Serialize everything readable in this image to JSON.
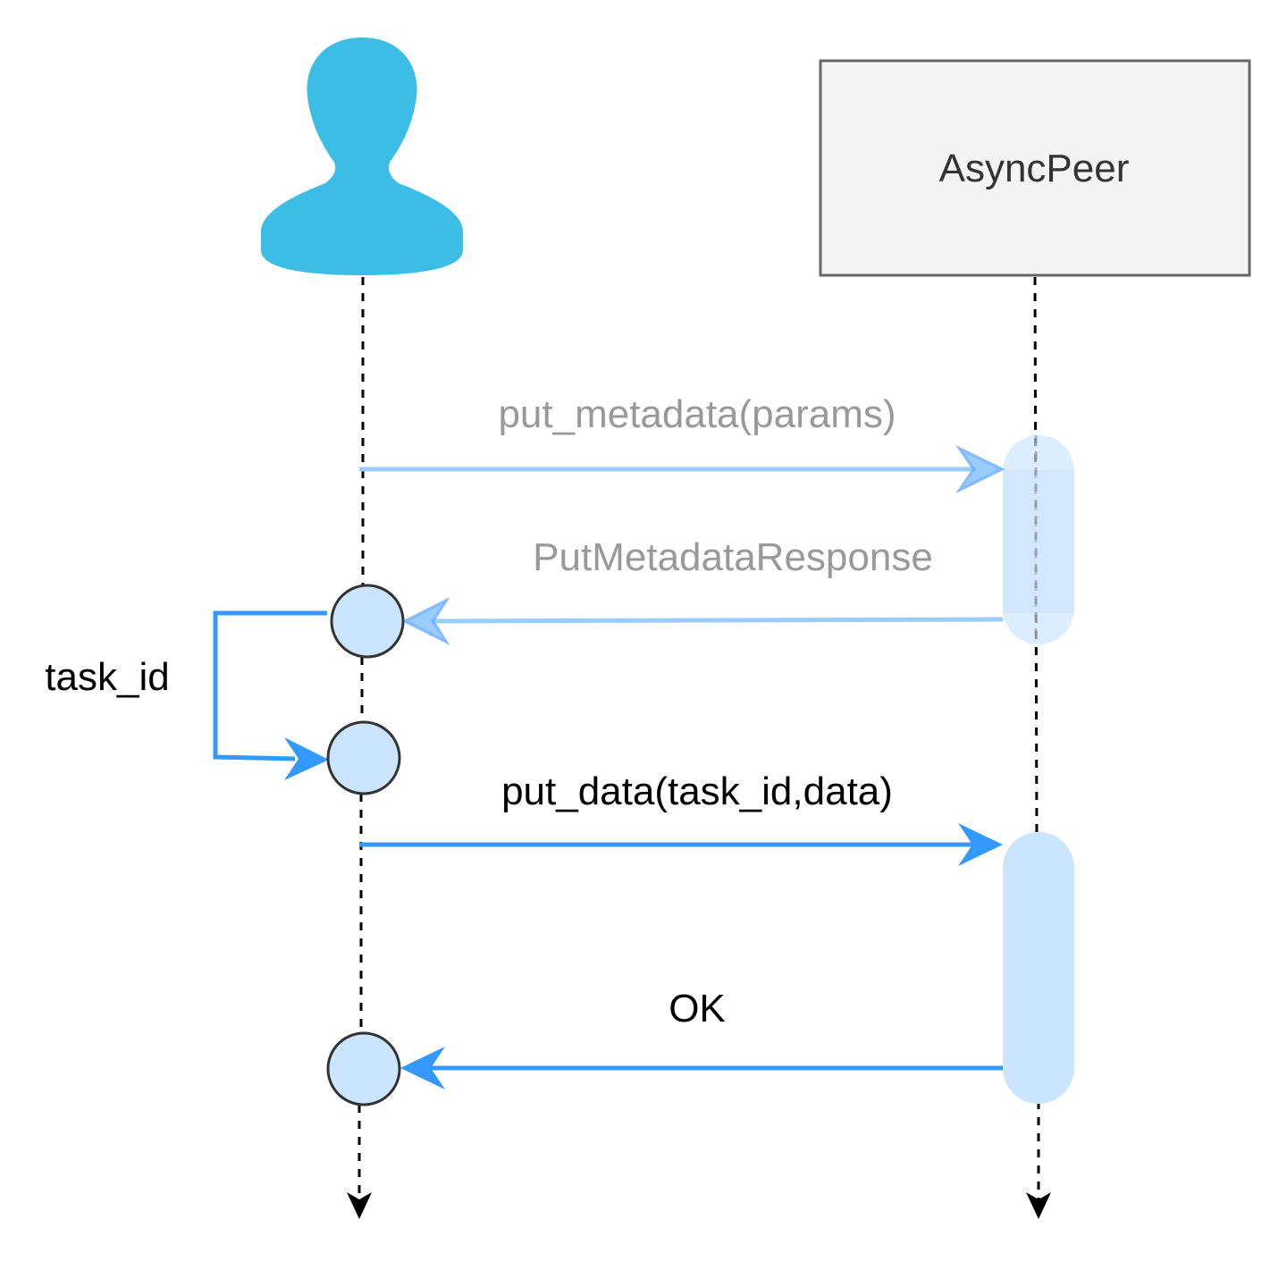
{
  "participants": {
    "user": {
      "icon": "user-icon",
      "color": "#3bbde6"
    },
    "peer": {
      "label": "AsyncPeer",
      "fill": "#f4f4f4",
      "stroke": "#666666"
    }
  },
  "messages": {
    "put_metadata": {
      "label": "put_metadata(params)",
      "color": "#99ccff",
      "text_color": "#999999"
    },
    "put_metadata_response": {
      "label": "PutMetadataResponse",
      "color": "#99ccff",
      "text_color": "#999999"
    },
    "task_id": {
      "label": "task_id",
      "color": "#3399ff",
      "text_color": "#000000"
    },
    "put_data": {
      "label": "put_data(task_id,data)",
      "color": "#3399ff",
      "text_color": "#000000"
    },
    "ok": {
      "label": "OK",
      "color": "#3399ff",
      "text_color": "#000000"
    }
  },
  "colors": {
    "activation": "#cce5ff",
    "activation_faded": "#d9ebff",
    "node_fill": "#cce5ff",
    "node_stroke": "#333333",
    "lifeline": "#000000"
  }
}
